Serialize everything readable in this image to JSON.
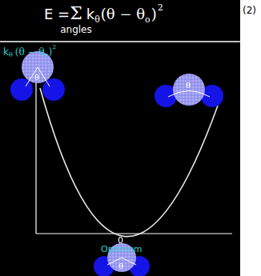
{
  "diagram": {
    "labels": [
      "E = ",
      "Σ",
      "k",
      "θ",
      "(θ − θ",
      "o",
      ")",
      "2",
      "angles",
      "(2)",
      "k",
      "θ",
      "(θ − θ",
      "o",
      ")",
      "2",
      "θ",
      "θ",
      "0",
      "Optimum",
      "θ"
    ]
  }
}
